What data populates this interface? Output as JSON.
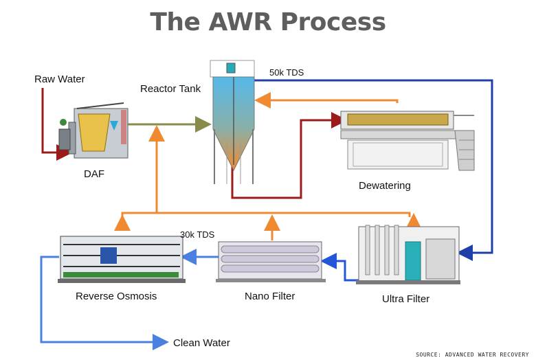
{
  "title": "The AWR Process",
  "labels": {
    "raw_water": "Raw Water",
    "reactor_tank": "Reactor Tank",
    "tds_50k": "50k TDS",
    "daf": "DAF",
    "dewatering": "Dewatering",
    "tds_30k": "30k TDS",
    "reverse_osmosis": "Reverse Osmosis",
    "nano_filter": "Nano Filter",
    "ultra_filter": "Ultra Filter",
    "clean_water": "Clean Water"
  },
  "source": "SOURCE: ADVANCED WATER RECOVERY",
  "colors": {
    "title": "#5e5e5e",
    "raw_water_line": "#9b1b1b",
    "daf_line": "#8a8a4a",
    "sludge_line": "#9b1b1b",
    "recycle_line": "#f08a30",
    "ultra_feed_line": "#1f3fa8",
    "permeate_line": "#2255d8",
    "clean_water_line": "#4a80e0",
    "tank_top": "#55b8e8",
    "tank_bottom": "#f08a30"
  }
}
